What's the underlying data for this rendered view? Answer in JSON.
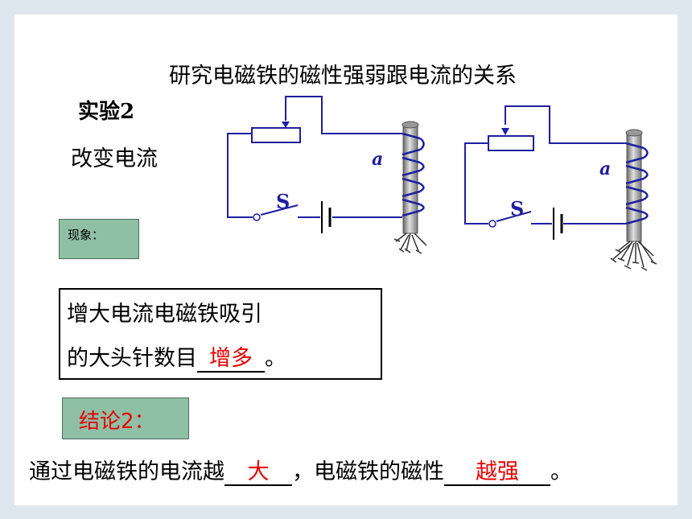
{
  "title": "研究电磁铁的磁性强弱跟电流的关系",
  "experiment_label": "实验2",
  "subtitle": "改变电流",
  "phenomenon_label": "现象：",
  "result": {
    "line1": "增大电流电磁铁吸引",
    "line2_prefix": "的大头针数目",
    "line2_answer": "增多",
    "line2_suffix": "。"
  },
  "conclusion_label": "结论2：",
  "conclusion": {
    "prefix": "通过电磁铁的电流越",
    "answer1": "大",
    "middle": "，电磁铁的磁性",
    "answer2": "越强",
    "suffix": "。"
  },
  "circuit_labels": {
    "left_coil": "a",
    "left_switch": "S",
    "right_coil": "a",
    "right_switch": "S"
  },
  "colors": {
    "wire": "#1f1fa0",
    "answer": "#e60000",
    "box_fill": "#8fbfa5"
  }
}
